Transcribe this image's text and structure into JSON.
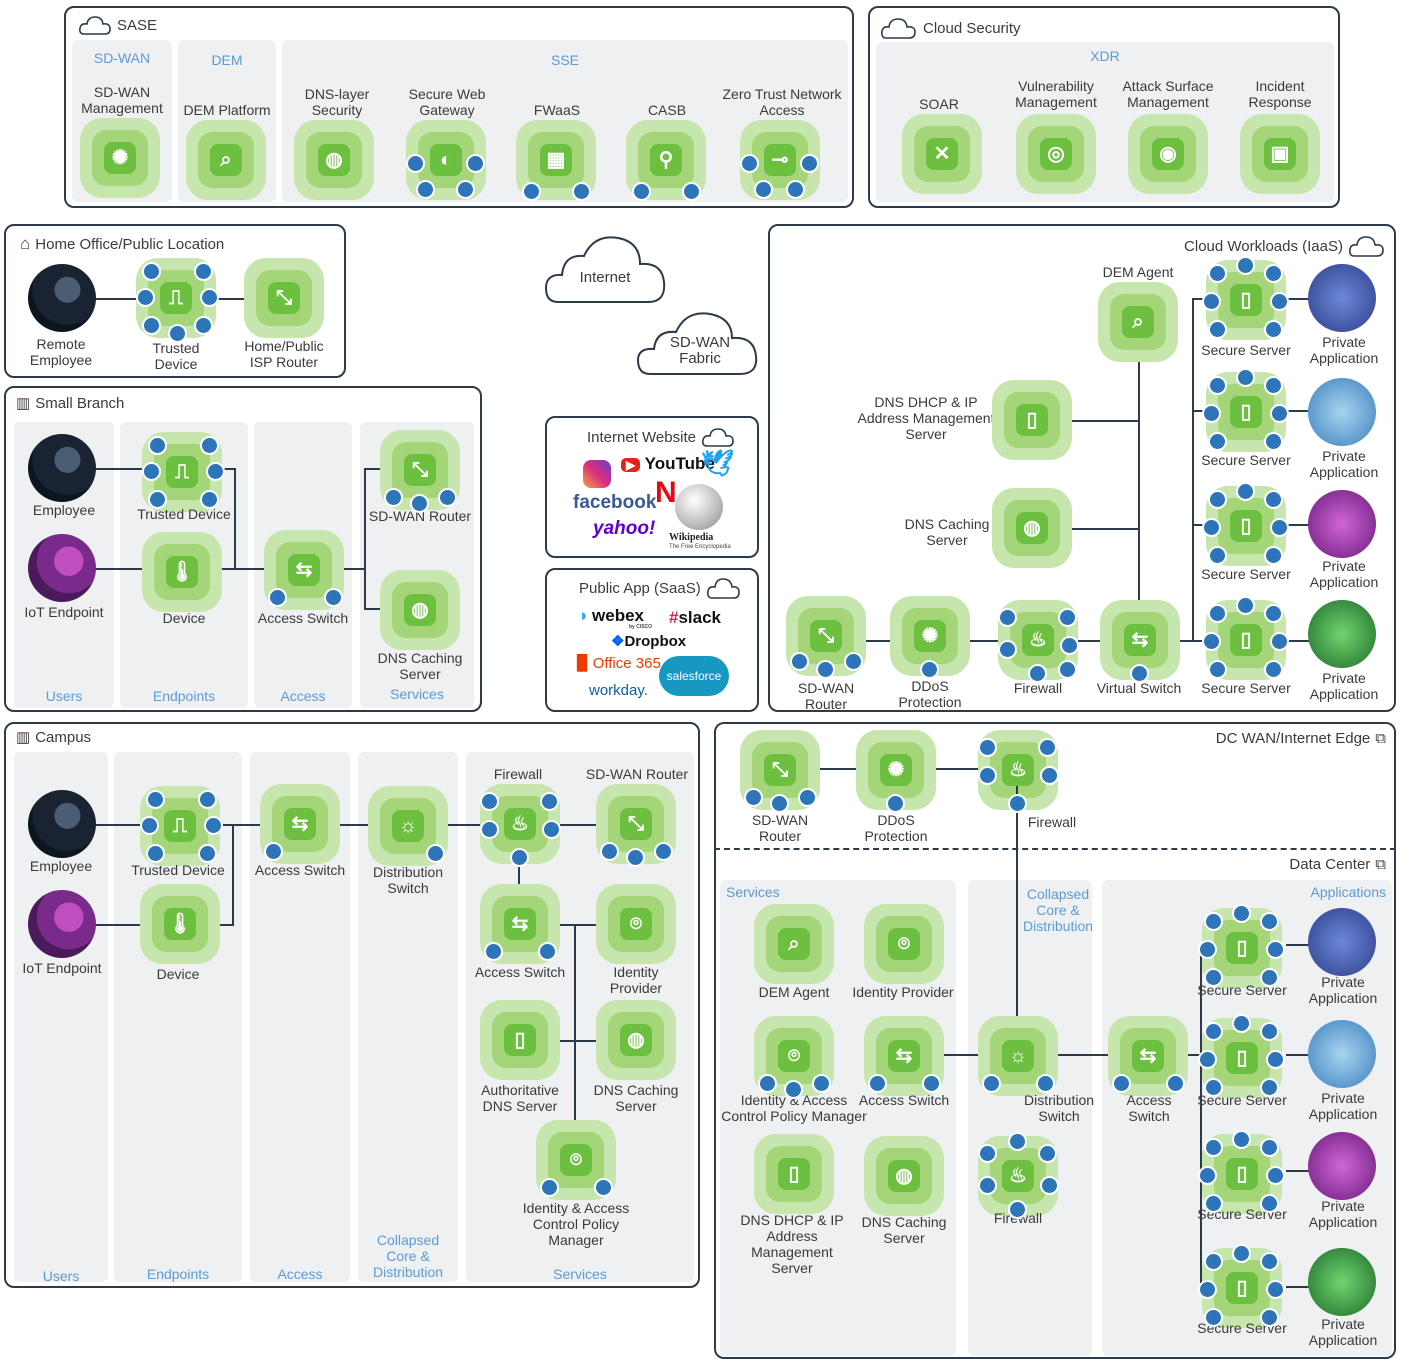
{
  "sase": {
    "title": "SASE",
    "zones": {
      "sdwan": "SD-WAN",
      "dem": "DEM",
      "sse": "SSE"
    },
    "nodes": [
      "SD-WAN Management",
      "DEM Platform",
      "DNS-layer Security",
      "Secure Web Gateway",
      "FWaaS",
      "CASB",
      "Zero Trust Network Access"
    ]
  },
  "cloud_security": {
    "title": "Cloud Security",
    "zone": "XDR",
    "nodes": [
      "SOAR",
      "Vulnerability Management",
      "Attack Surface Management",
      "Incident Response"
    ]
  },
  "home": {
    "title": "Home Office/Public Location",
    "nodes": [
      "Remote Employee",
      "Trusted Device",
      "Home/Public ISP Router"
    ]
  },
  "internet": {
    "label": "Internet",
    "fabric": "SD-WAN Fabric"
  },
  "internet_website": {
    "title": "Internet Website",
    "logos": [
      "YouTube",
      "facebook",
      "yahoo!",
      "N",
      "Wikipedia",
      "The Free Encyclopedia"
    ]
  },
  "public_app": {
    "title": "Public App (SaaS)",
    "logos": [
      "webex",
      "by CISCO",
      "slack",
      "Dropbox",
      "Office 365",
      "salesforce",
      "workday."
    ]
  },
  "small_branch": {
    "title": "Small Branch",
    "zones": [
      "Users",
      "Endpoints",
      "Access",
      "Services"
    ],
    "nodes": {
      "employee": "Employee",
      "iot": "IoT Endpoint",
      "trusted": "Trusted Device",
      "device": "Device",
      "access": "Access Switch",
      "router": "SD-WAN Router",
      "dns": "DNS Caching Server"
    }
  },
  "cloud_workloads": {
    "title": "Cloud Workloads (IaaS)",
    "nodes": {
      "dem": "DEM Agent",
      "dhcp": "DNS DHCP & IP Address Management Server",
      "dnscache": "DNS Caching Server",
      "router": "SD-WAN Router",
      "ddos": "DDoS Protection",
      "fw": "Firewall",
      "vswitch": "Virtual Switch",
      "server": "Secure Server",
      "app": "Private Application"
    }
  },
  "campus": {
    "title": "Campus",
    "zones": [
      "Users",
      "Endpoints",
      "Access",
      "Collapsed Core & Distribution",
      "Services"
    ],
    "nodes": {
      "employee": "Employee",
      "iot": "IoT Endpoint",
      "trusted": "Trusted Device",
      "device": "Device",
      "access": "Access Switch",
      "dist": "Distribution Switch",
      "fw": "Firewall",
      "router": "SD-WAN Router",
      "access2": "Access Switch",
      "idp": "Identity Provider",
      "authdns": "Authoritative DNS Server",
      "dnscache": "DNS Caching Server",
      "ise": "Identity & Access Control Policy Manager"
    }
  },
  "dc_edge": {
    "title": "DC WAN/Internet Edge",
    "nodes": {
      "router": "SD-WAN Router",
      "ddos": "DDoS Protection",
      "fw": "Firewall"
    }
  },
  "data_center": {
    "title": "Data Center",
    "zones": [
      "Services",
      "Collapsed Core & Distribution",
      "Applications"
    ],
    "nodes": {
      "dem": "DEM Agent",
      "idp": "Identity Provider",
      "ise": "Identity & Access Control Policy Manager",
      "access": "Access Switch",
      "dhcp": "DNS DHCP & IP Address Management Server",
      "dnscache": "DNS Caching Server",
      "dist": "Distribution Switch",
      "fw": "Firewall",
      "access2": "Access Switch",
      "server": "Secure Server",
      "app": "Private Application"
    }
  }
}
